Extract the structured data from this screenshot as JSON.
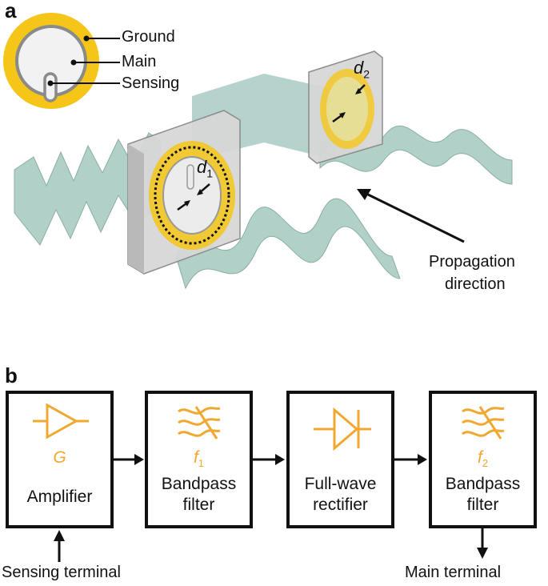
{
  "panel_a": {
    "label": "a",
    "inset_labels": {
      "ground": "Ground",
      "main": "Main",
      "sensing": "Sensing"
    },
    "d1": {
      "base": "d",
      "sub": "1"
    },
    "d2": {
      "base": "d",
      "sub": "2"
    },
    "propagation_line1": "Propagation",
    "propagation_line2": "direction"
  },
  "panel_b": {
    "label": "b",
    "blocks": [
      {
        "symbol": "G",
        "sub": "",
        "line1": "Amplifier",
        "line2": ""
      },
      {
        "symbol": "f",
        "sub": "1",
        "line1": "Bandpass",
        "line2": "filter"
      },
      {
        "symbol": "",
        "sub": "",
        "line1": "Full-wave",
        "line2": "rectifier"
      },
      {
        "symbol": "f",
        "sub": "2",
        "line1": "Bandpass",
        "line2": "filter"
      }
    ],
    "sensing_terminal": "Sensing terminal",
    "main_terminal": "Main terminal"
  },
  "colors": {
    "gold": "#f5c518",
    "accent": "#f0a830",
    "wave": "#9fc4bc"
  }
}
